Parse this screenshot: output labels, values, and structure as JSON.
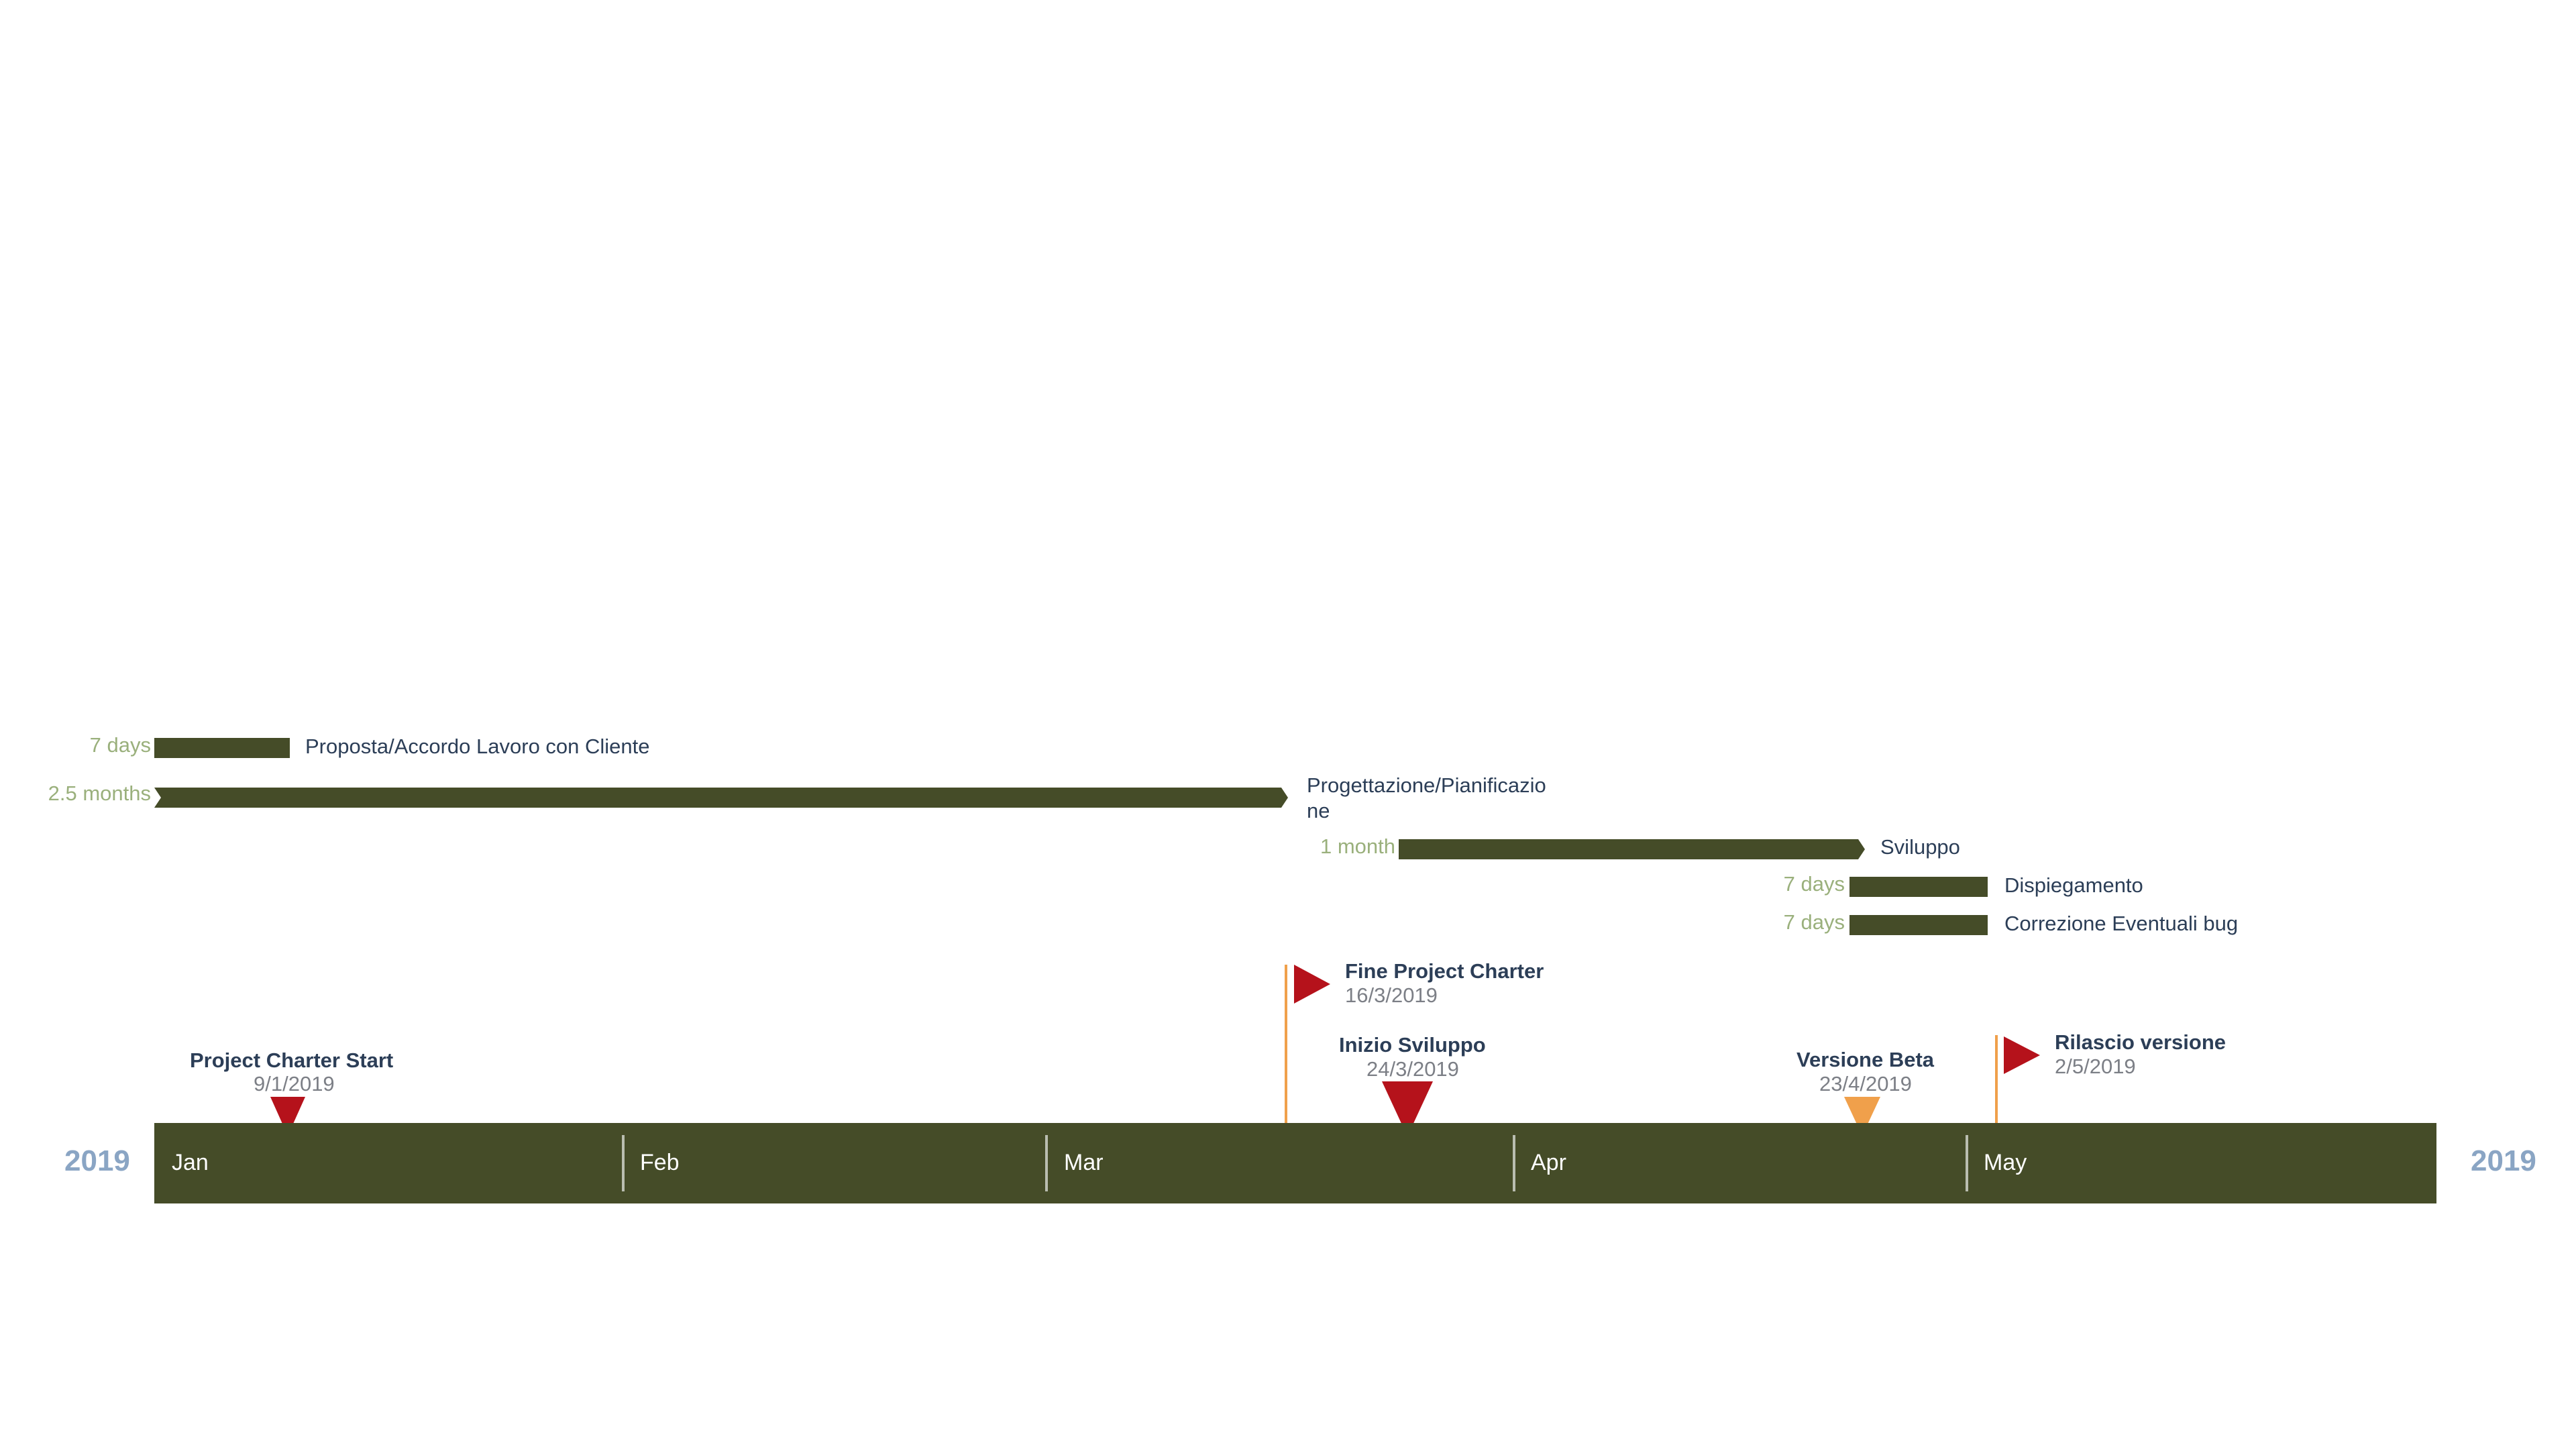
{
  "timeline": {
    "year_left": "2019",
    "year_right": "2019",
    "months": [
      "Jan",
      "Feb",
      "Mar",
      "Apr",
      "May"
    ],
    "colors": {
      "band": "#454c28",
      "duration_text": "#9ab07c",
      "label_text": "#2c3e57",
      "milestone_red": "#b5121b",
      "milestone_orange": "#f0a04b",
      "year_text": "#8aa5c4"
    }
  },
  "tasks": [
    {
      "duration": "7 days",
      "label": "Proposta/Accordo Lavoro con Cliente"
    },
    {
      "duration": "2.5 months",
      "label": "Progettazione/Pianificazio ne"
    },
    {
      "duration": "1 month",
      "label": "Sviluppo"
    },
    {
      "duration": "7 days",
      "label": "Dispiegamento"
    },
    {
      "duration": "7 days",
      "label": "Correzione Eventuali bug"
    }
  ],
  "milestones": [
    {
      "title": "Project Charter Start",
      "date": "9/1/2019",
      "shape": "triangle-down",
      "color": "red"
    },
    {
      "title": "Fine Project Charter",
      "date": "16/3/2019",
      "shape": "flag",
      "color": "red"
    },
    {
      "title": "Inizio Sviluppo",
      "date": "24/3/2019",
      "shape": "triangle-down",
      "color": "red"
    },
    {
      "title": "Versione Beta",
      "date": "23/4/2019",
      "shape": "triangle-down",
      "color": "orange"
    },
    {
      "title": "Rilascio versione",
      "date": "2/5/2019",
      "shape": "flag",
      "color": "red"
    }
  ]
}
